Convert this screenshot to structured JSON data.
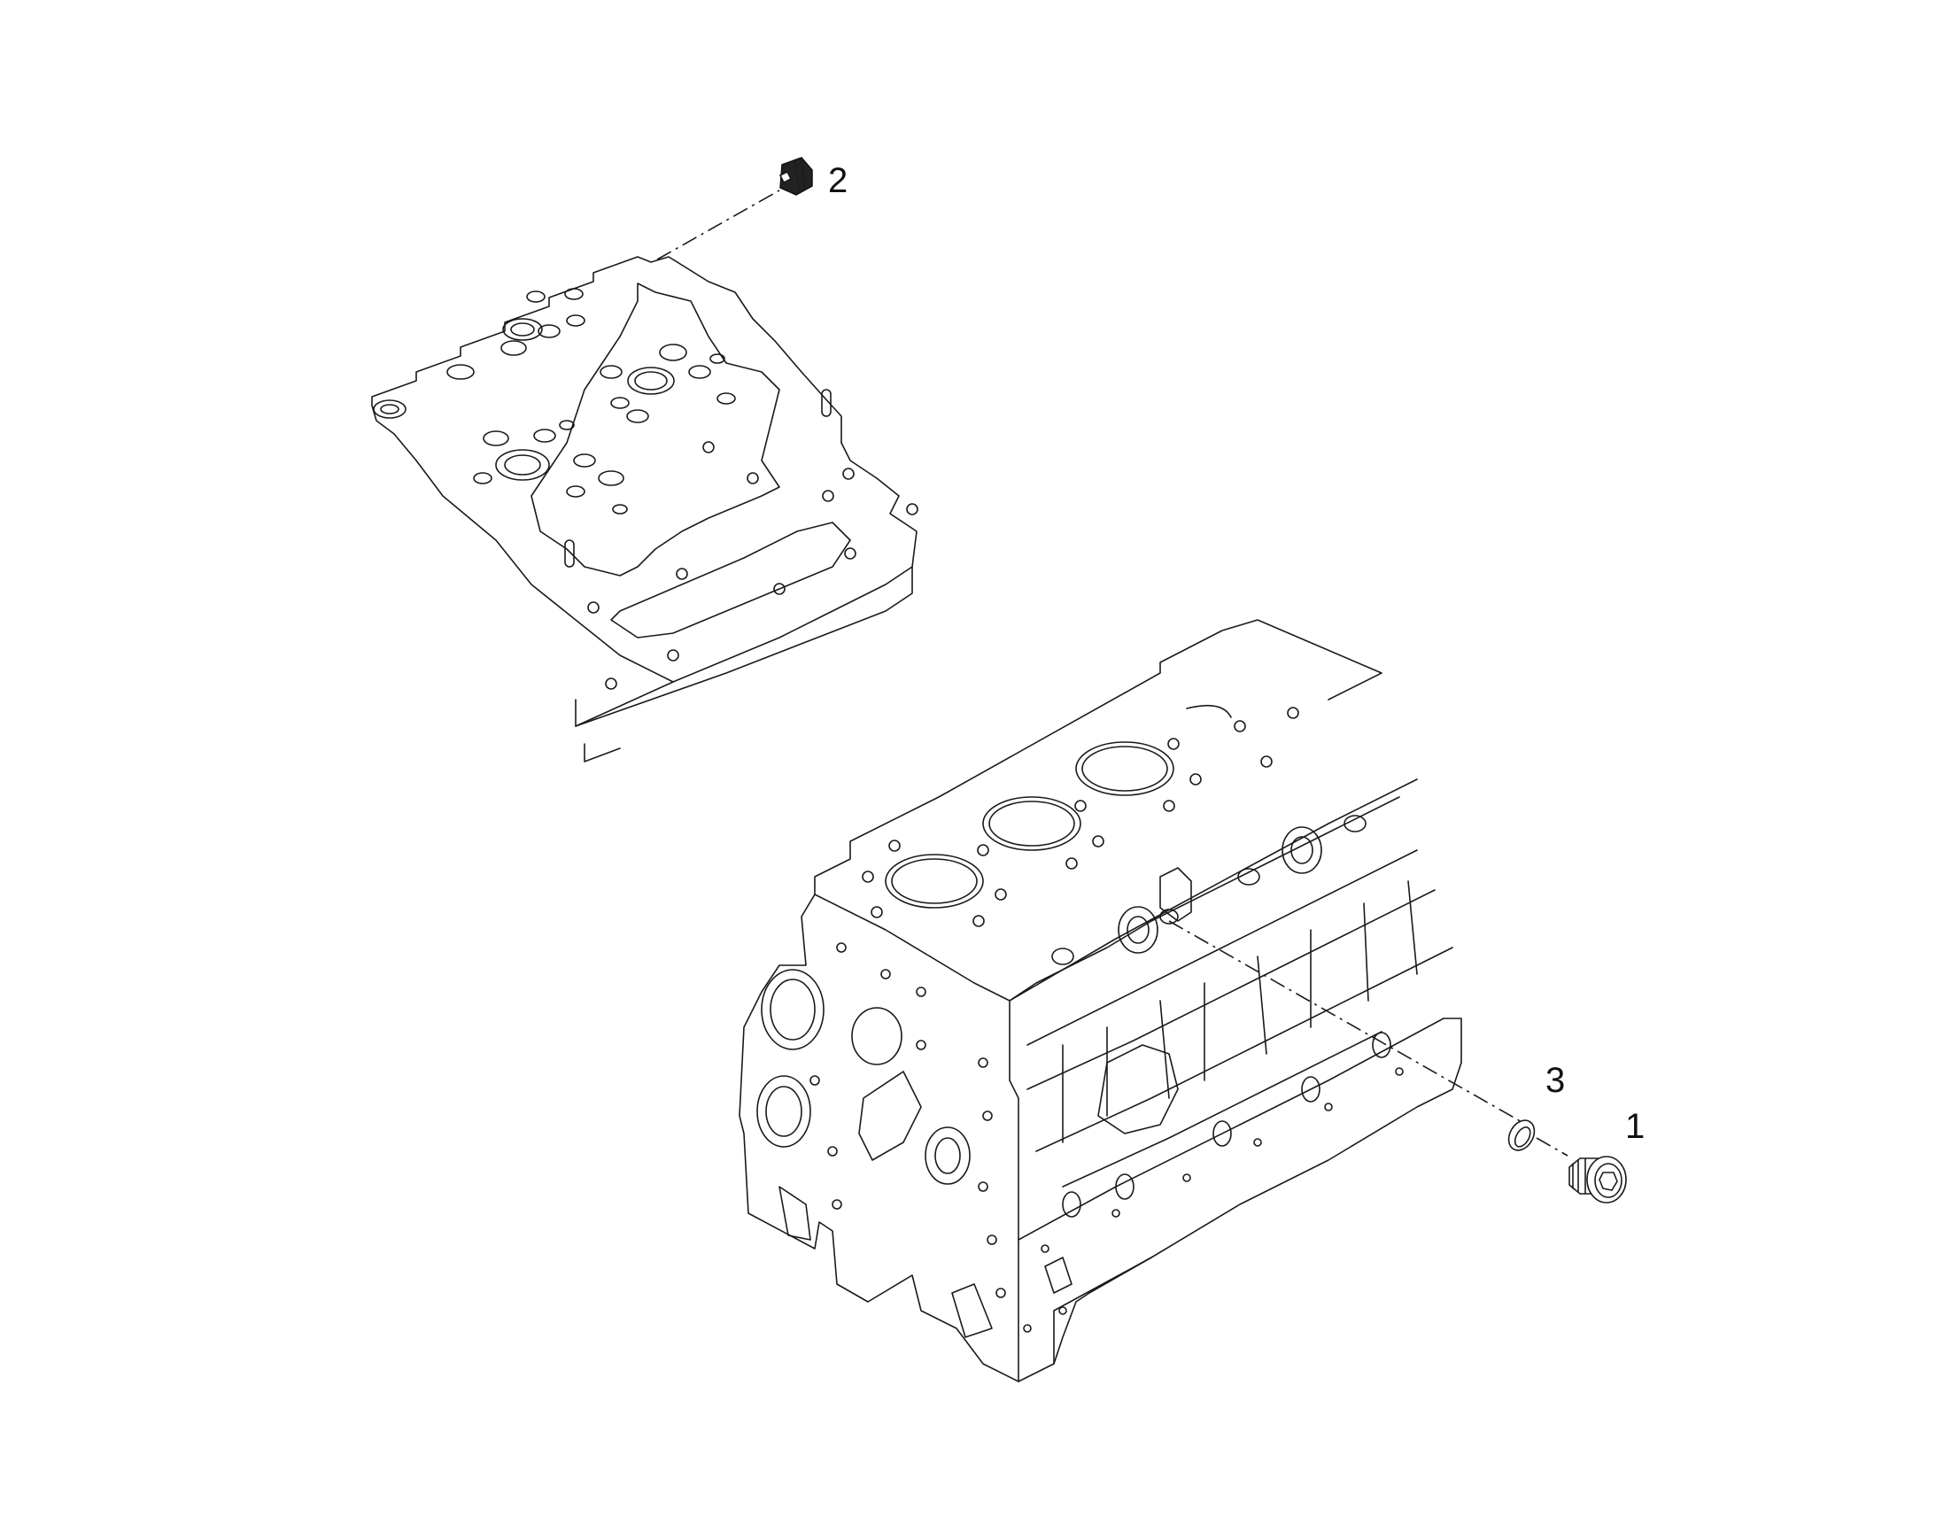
{
  "callouts": {
    "part_1": "1",
    "part_2": "2",
    "part_3": "3"
  },
  "icons": {
    "plug_1": "threaded-plug-icon",
    "plug_2": "threaded-plug-icon",
    "washer_3": "sealing-washer-icon"
  },
  "colors": {
    "line": "#1a1a1a",
    "background": "#ffffff"
  }
}
